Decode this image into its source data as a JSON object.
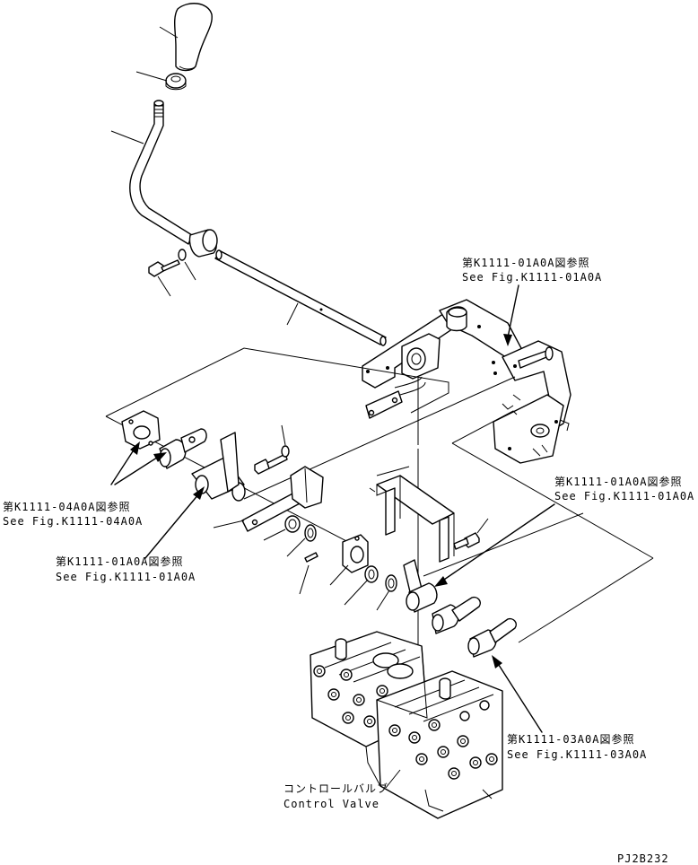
{
  "references": {
    "top_right_jp": "第K1111-01A0A図参照",
    "top_right_en": "See Fig.K1111-01A0A",
    "left_jp": "第K1111-04A0A図参照",
    "left_en": "See Fig.K1111-04A0A",
    "mid_left_jp": "第K1111-01A0A図参照",
    "mid_left_en": "See Fig.K1111-01A0A",
    "mid_right_jp": "第K1111-01A0A図参照",
    "mid_right_en": "See Fig.K1111-01A0A",
    "bottom_right_jp": "第K1111-03A0A図参照",
    "bottom_right_en": "See Fig.K1111-03A0A"
  },
  "control_valve": {
    "label_jp": "コントロールバルブ",
    "label_en": "Control Valve"
  },
  "drawing_code": "PJ2B232"
}
